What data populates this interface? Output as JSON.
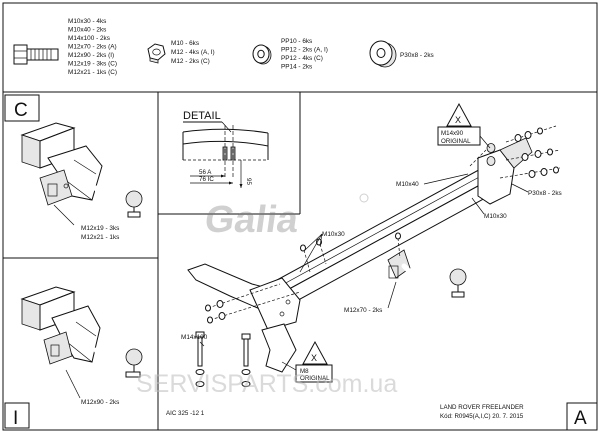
{
  "parts": {
    "bolts": [
      "M10x30 - 4ks",
      "M10x40 - 2ks",
      "M14x100 - 2ks",
      "M12x70 - 2ks (A)",
      "M12x90 - 2ks (I)",
      "M12x19 - 3ks (C)",
      "M12x21 - 1ks (C)"
    ],
    "nuts": [
      "M10 - 6ks",
      "M12 - 4ks (A, I)",
      "M12 - 2ks (C)"
    ],
    "washers": [
      "PP10 - 6ks",
      "PP12 - 2ks (A, I)",
      "PP12 - 4ks (C)",
      "PP14 - 2ks"
    ],
    "spacer": [
      "P30x8 - 2ks"
    ]
  },
  "panels": {
    "c_label": "C",
    "i_label": "I",
    "a_label": "A",
    "c_bolts": [
      "M12x19 - 3ks",
      "M12x21 - 1ks"
    ],
    "i_bolts": "M12x90 - 2ks"
  },
  "detail": {
    "title": "DETAIL",
    "dim_a": "56 A",
    "dim_ic": "76 IC",
    "dim_95": "95"
  },
  "logo": "Galia",
  "watermark": "SERVISPARTS.com.ua",
  "callouts": {
    "m14x90_original": "M14x90\nORIGINAL",
    "m8_original": "M8\nORIGINAL",
    "x_mark": "X",
    "m10x40": "M10x40",
    "p30x8": "P30x8 - 2ks",
    "m10x30_right": "M10x30",
    "m10x30_center": "M10x30",
    "m12x70": "M12x70 - 2ks",
    "m14x100": "M14x100"
  },
  "footer": {
    "code_left": "AIC 325 -12 1",
    "vehicle": "LAND ROVER FREELANDER",
    "kod": "Kód: R0945(A,I,C)  20. 7. 2015"
  }
}
